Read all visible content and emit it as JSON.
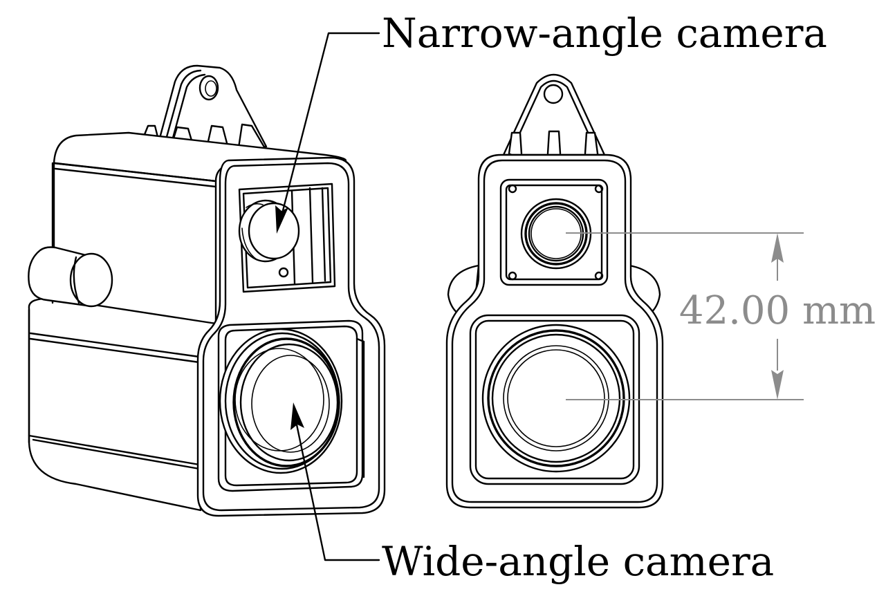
{
  "labels": {
    "narrow": "Narrow-angle camera",
    "wide": "Wide-angle camera",
    "dimension": "42.00 mm"
  },
  "colors": {
    "line": "#000000",
    "dimension": "#8c8c8c",
    "background": "#ffffff"
  }
}
